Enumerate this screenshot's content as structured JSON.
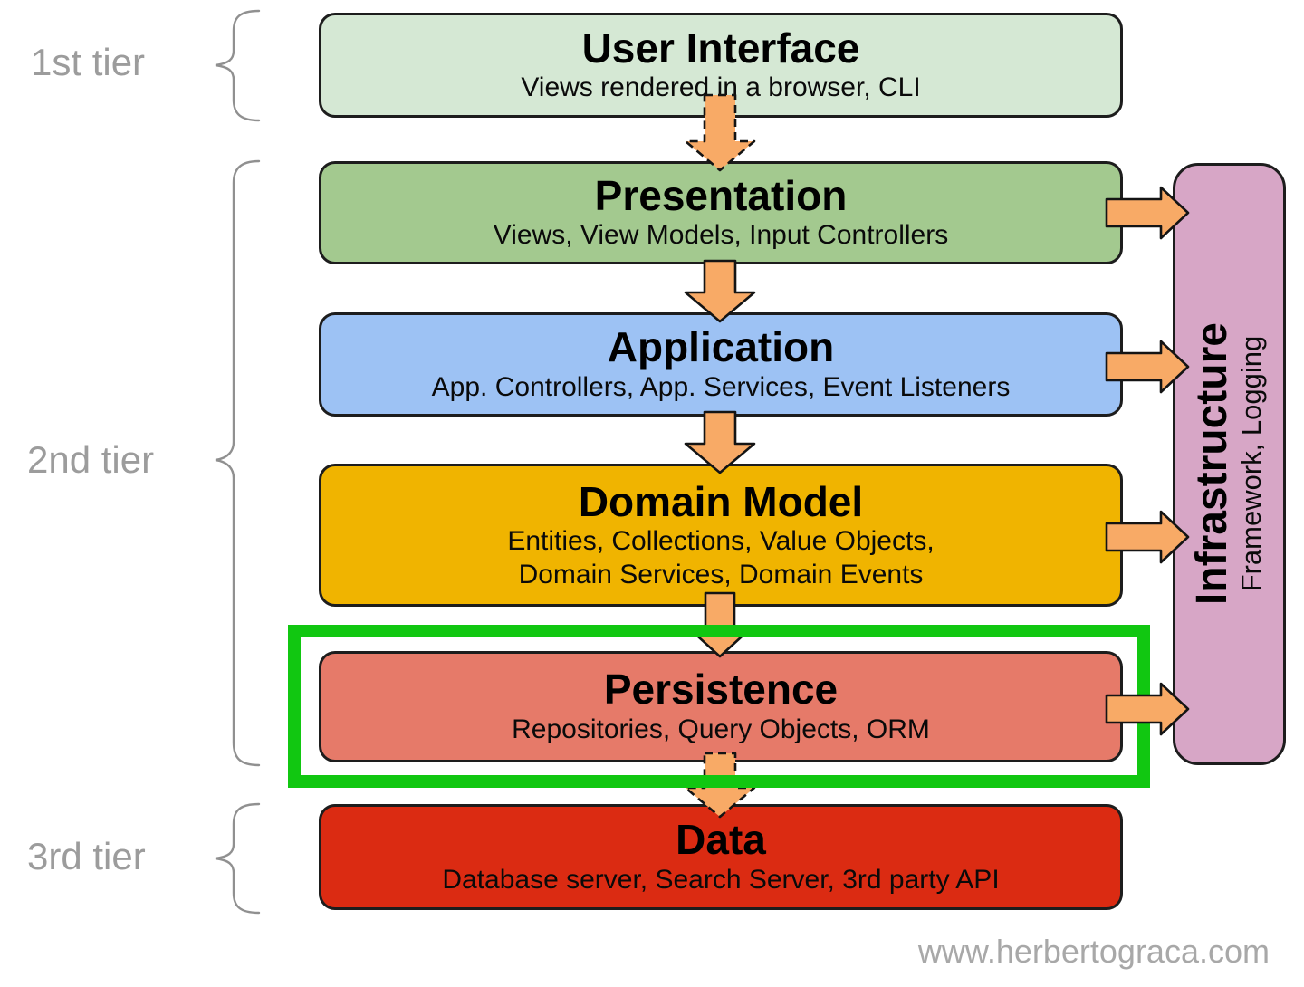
{
  "tiers": [
    {
      "label": "1st tier"
    },
    {
      "label": "2nd tier"
    },
    {
      "label": "3rd tier"
    }
  ],
  "layers": [
    {
      "title": "User Interface",
      "subtitle": "Views rendered in a browser, CLI"
    },
    {
      "title": "Presentation",
      "subtitle": "Views, View Models, Input Controllers"
    },
    {
      "title": "Application",
      "subtitle": "App. Controllers, App. Services, Event Listeners"
    },
    {
      "title": "Domain Model",
      "subtitle": "Entities, Collections, Value Objects,",
      "subtitle2": "Domain Services, Domain Events"
    },
    {
      "title": "Persistence",
      "subtitle": "Repositories, Query Objects, ORM"
    },
    {
      "title": "Data",
      "subtitle": "Database server, Search Server, 3rd party API"
    }
  ],
  "infrastructure": {
    "title": "Infrastructure",
    "subtitle": "Framework, Logging"
  },
  "watermark": "www.herbertograca.com",
  "colors": {
    "ui": "#d5e8d4",
    "presentation": "#a3c98f",
    "application": "#9dc2f4",
    "domain": "#f0b400",
    "persistence": "#e67a69",
    "data_layer": "#db2b12",
    "infrastructure": "#d7a6c6",
    "highlight": "#11c711",
    "arrow": "#f8aa66",
    "tier_text": "#9c9c9c",
    "watermark": "#a8a8a8"
  }
}
